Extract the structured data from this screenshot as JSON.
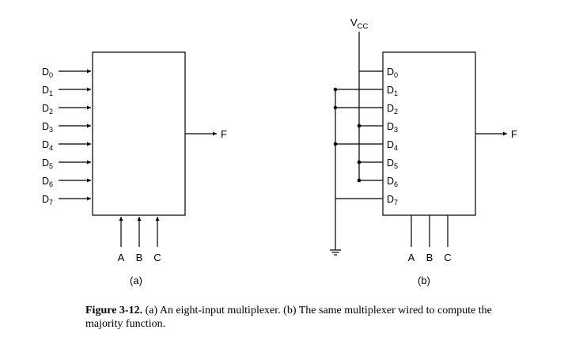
{
  "panel_a": {
    "inputs": [
      {
        "base": "D",
        "sub": "0"
      },
      {
        "base": "D",
        "sub": "1"
      },
      {
        "base": "D",
        "sub": "2"
      },
      {
        "base": "D",
        "sub": "3"
      },
      {
        "base": "D",
        "sub": "4"
      },
      {
        "base": "D",
        "sub": "5"
      },
      {
        "base": "D",
        "sub": "6"
      },
      {
        "base": "D",
        "sub": "7"
      }
    ],
    "output": "F",
    "selects": [
      "A",
      "B",
      "C"
    ],
    "tag": "(a)"
  },
  "panel_b": {
    "supply": {
      "base": "V",
      "sub": "CC"
    },
    "inputs": [
      {
        "base": "D",
        "sub": "0"
      },
      {
        "base": "D",
        "sub": "1"
      },
      {
        "base": "D",
        "sub": "2"
      },
      {
        "base": "D",
        "sub": "3"
      },
      {
        "base": "D",
        "sub": "4"
      },
      {
        "base": "D",
        "sub": "5"
      },
      {
        "base": "D",
        "sub": "6"
      },
      {
        "base": "D",
        "sub": "7"
      }
    ],
    "output": "F",
    "selects": [
      "A",
      "B",
      "C"
    ],
    "tag": "(b)"
  },
  "caption": {
    "label": "Figure 3-12.",
    "text": "(a) An eight-input multiplexer. (b) The same multiplexer wired to compute the majority function."
  }
}
